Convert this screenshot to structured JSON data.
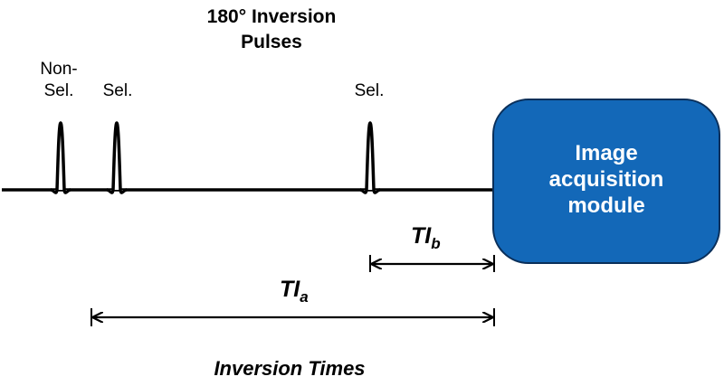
{
  "title": {
    "line1": "180° Inversion",
    "line2": "Pulses"
  },
  "pulses": [
    {
      "label_line1": "Non-",
      "label_line2": "Sel."
    },
    {
      "label_line1": "Sel."
    },
    {
      "label_line1": "Sel."
    }
  ],
  "module": {
    "line1": "Image",
    "line2": "acquisition",
    "line3": "module",
    "fill_color": "#1368b8"
  },
  "intervals": {
    "ti_b": {
      "main": "TI",
      "sub": "b"
    },
    "ti_a": {
      "main": "TI",
      "sub": "a"
    }
  },
  "x_title": "Inversion Times"
}
